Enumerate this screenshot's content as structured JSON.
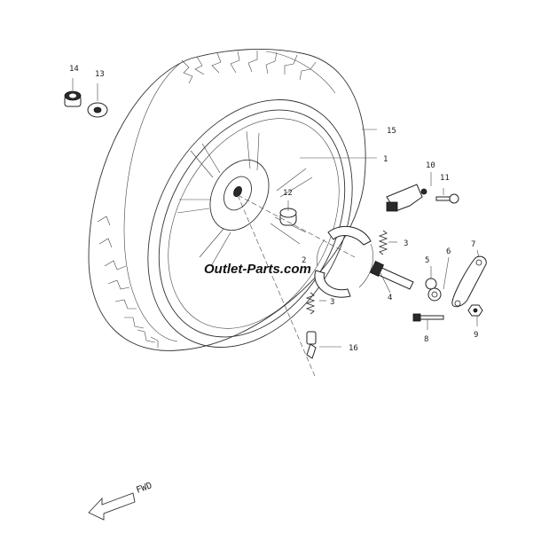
{
  "watermark": "Outlet-Parts.com",
  "direction_label": "FWD",
  "callouts": [
    {
      "id": "c1",
      "text": "1"
    },
    {
      "id": "c2",
      "text": "2"
    },
    {
      "id": "c3a",
      "text": "3"
    },
    {
      "id": "c3b",
      "text": "3"
    },
    {
      "id": "c4",
      "text": "4"
    },
    {
      "id": "c5",
      "text": "5"
    },
    {
      "id": "c6",
      "text": "6"
    },
    {
      "id": "c7",
      "text": "7"
    },
    {
      "id": "c8",
      "text": "8"
    },
    {
      "id": "c9",
      "text": "9"
    },
    {
      "id": "c10",
      "text": "10"
    },
    {
      "id": "c11",
      "text": "11"
    },
    {
      "id": "c12",
      "text": "12"
    },
    {
      "id": "c13",
      "text": "13"
    },
    {
      "id": "c14",
      "text": "14"
    },
    {
      "id": "c15",
      "text": "15"
    },
    {
      "id": "c16",
      "text": "16"
    }
  ]
}
